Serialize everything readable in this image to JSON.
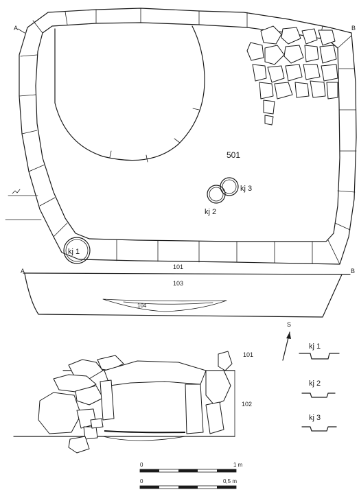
{
  "plan": {
    "corner_a": "A",
    "corner_b": "B",
    "feature_label": "501",
    "posthole_1": "kj 1",
    "posthole_2": "kj 2",
    "posthole_3": "kj 3"
  },
  "section": {
    "end_a": "A",
    "end_b": "B",
    "layer_top": "101",
    "layer_fill": "103",
    "lens": "104"
  },
  "north_arrow": {
    "label": "S"
  },
  "elevation": {
    "layer_101": "101",
    "layer_102": "102"
  },
  "profiles": [
    "kj 1",
    "kj 2",
    "kj 3"
  ],
  "scales": [
    {
      "start": "0",
      "end": "1 m"
    },
    {
      "start": "0",
      "end": "0,5 m"
    }
  ]
}
